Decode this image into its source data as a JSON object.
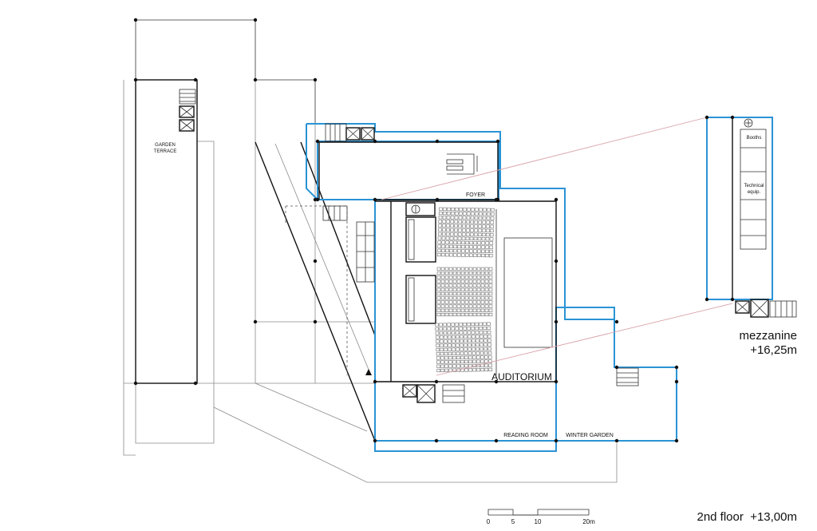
{
  "labels": {
    "garden_terrace": [
      "GARDEN",
      "TERRACE"
    ],
    "foyer": "FOYER",
    "auditorium": "AUDITORIUM",
    "reading_room": "READING ROOM",
    "winter_garden": "WINTER GARDEN",
    "booths": "Booths",
    "technical_equip": [
      "Technical",
      "equip."
    ]
  },
  "mezzanine": {
    "name": "mezzanine",
    "level": "+16,25m"
  },
  "floor_title": "2nd floor  +13,00m",
  "scale_bar": {
    "ticks": [
      "0",
      "5",
      "10",
      "20m"
    ]
  },
  "colors": {
    "slab_outline": "#2a93d5",
    "walls": "#111111",
    "section_line": "#d8a0a6",
    "context": "#8a8a8a"
  }
}
